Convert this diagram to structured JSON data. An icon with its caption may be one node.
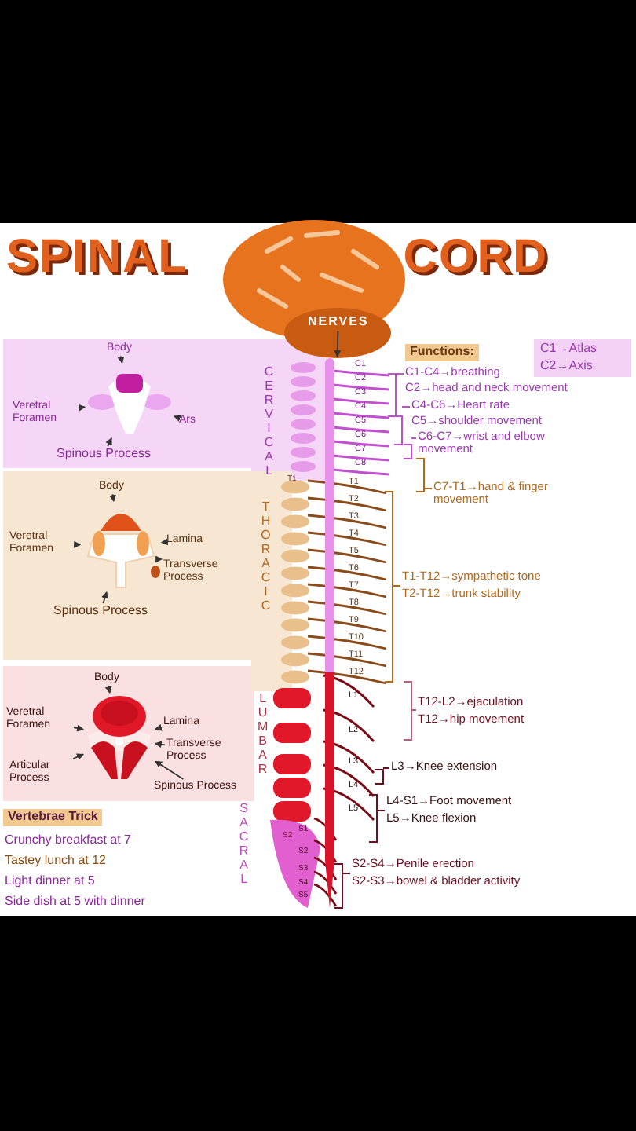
{
  "diagram": {
    "title": "SPINAL CORD",
    "nodes": [
      {
        "text": [
          "NERVES"
        ]
      },
      {
        "text": [],
        "shape": "picture"
      },
      {
        "text": [],
        "shape": "picture"
      },
      {
        "text": [
          "Body"
        ]
      },
      {
        "text": [
          "Veretral Foramen"
        ]
      },
      {
        "text": [
          "Ars"
        ]
      },
      {
        "text": [
          "Spinous Process"
        ]
      },
      {
        "text": [],
        "shape": "picture"
      },
      {
        "text": [
          "Body"
        ]
      },
      {
        "text": [
          "Veretral Foramen"
        ]
      },
      {
        "text": [
          "Lamina"
        ]
      },
      {
        "text": [
          "Transverse Process"
        ]
      },
      {
        "text": [
          "Spinous Process"
        ]
      },
      {
        "text": [],
        "shape": "picture"
      },
      {
        "text": [
          "Body"
        ]
      },
      {
        "text": [
          "Veretral Foramen"
        ]
      },
      {
        "text": [
          "Lamina"
        ]
      },
      {
        "text": [
          "Transverse Process"
        ]
      },
      {
        "text": [
          "Articular Process"
        ]
      },
      {
        "text": [
          "Spinous Process"
        ]
      }
    ],
    "edges": [
      {
        "from": 0,
        "to": 1,
        "arrow": "to"
      },
      {
        "from": 3,
        "to": 2,
        "arrow": "to"
      },
      {
        "from": 4,
        "to": 2,
        "arrow": "to"
      },
      {
        "from": 5,
        "to": 2,
        "arrow": "to"
      },
      {
        "from": 6,
        "to": 2,
        "arrow": "to"
      },
      {
        "from": 8,
        "to": 7,
        "arrow": "to"
      },
      {
        "from": 9,
        "to": 7,
        "arrow": "to"
      },
      {
        "from": 10,
        "to": 7,
        "arrow": "to"
      },
      {
        "from": 11,
        "to": 7,
        "arrow": "to"
      },
      {
        "from": 12,
        "to": 7,
        "arrow": "to"
      },
      {
        "from": 14,
        "to": 13,
        "arrow": "to"
      },
      {
        "from": 15,
        "to": 13,
        "arrow": "to"
      },
      {
        "from": 16,
        "to": 13,
        "arrow": "to"
      },
      {
        "from": 17,
        "to": 13,
        "arrow": "to"
      },
      {
        "from": 18,
        "to": 13,
        "arrow": "to"
      },
      {
        "from": 19,
        "to": 13,
        "arrow": "to"
      }
    ],
    "labels": [
      "Functions:",
      "C1→Atlas",
      "C2→Axis",
      "C1-C4→breathing",
      "C2→head and neck movement",
      "C4-C6→Heart rate",
      "C5→shoulder movement",
      "C6-C7→wrist and elbow movement",
      "CERVICAL",
      "C1",
      "C2",
      "C3",
      "C4",
      "C5",
      "C6",
      "C7",
      "C8",
      "T1",
      "THORACIC",
      "T1",
      "T2",
      "T3",
      "T4",
      "T5",
      "T6",
      "T7",
      "T8",
      "T9",
      "T10",
      "T11",
      "T12",
      "C7-T1→hand & finger movement",
      "T1-T12→sympathetic tone",
      "T2-T12→trunk stability",
      "T12-L2→ejaculation",
      "T12→hip movement",
      "LUMBAR",
      "L1",
      "L2",
      "L3",
      "L4",
      "L5",
      "L3→Knee extension",
      "L4-S1→Foot movement",
      "L5→Knee flexion",
      "SACRAL",
      "S2",
      "S1",
      "S2",
      "S3",
      "S4",
      "S5",
      "S2-S4→Penile erection",
      "S2-S3→bowel & bladder activity",
      "Vertebrae Trick",
      "Crunchy breakfast at 7",
      "Tastey lunch at 12",
      "Light dinner at 5",
      "Side dish at 5 with dinner"
    ]
  }
}
